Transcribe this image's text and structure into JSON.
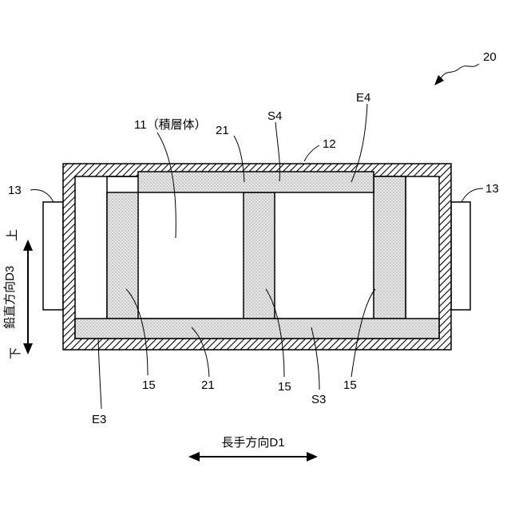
{
  "figure_number": "20",
  "labels": {
    "layered_body": "11（積層体）",
    "case": "12",
    "terminal_left": "13",
    "terminal_right": "13",
    "spacer_left": "15",
    "spacer_center": "15",
    "spacer_right": "15",
    "sheet_top": "21",
    "sheet_bottom": "21",
    "surface_top": "S4",
    "surface_bottom": "S3",
    "edge_top": "E4",
    "edge_bottom": "E3"
  },
  "axes": {
    "vertical": {
      "label": "鉛直方向D3",
      "up": "上",
      "down": "下"
    },
    "longitudinal": {
      "label": "長手方向D1"
    }
  }
}
